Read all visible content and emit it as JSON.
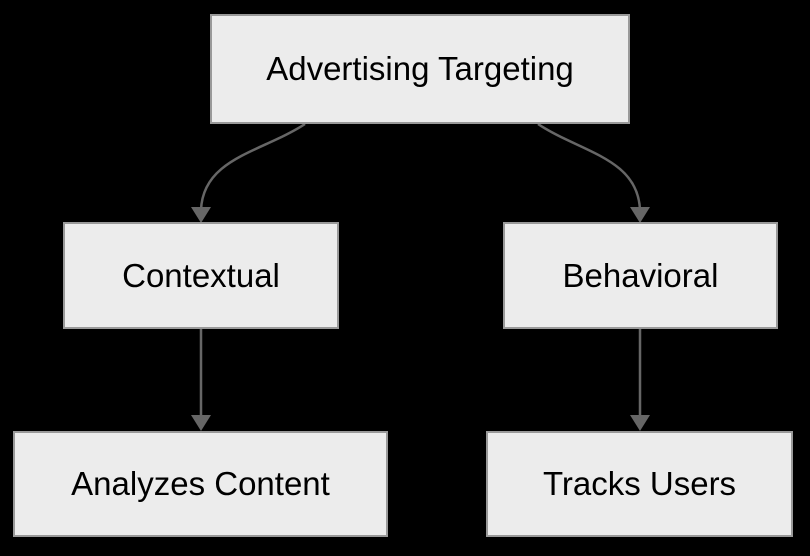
{
  "diagram": {
    "type": "flowchart",
    "background_color": "#000000",
    "node_fill_color": "#ececec",
    "node_border_color": "#999999",
    "edge_color": "#666666",
    "text_color": "#000000",
    "nodes": [
      {
        "id": "advertising-targeting",
        "label": "Advertising Targeting",
        "level": 0
      },
      {
        "id": "contextual",
        "label": "Contextual",
        "level": 1
      },
      {
        "id": "behavioral",
        "label": "Behavioral",
        "level": 1
      },
      {
        "id": "analyzes-content",
        "label": "Analyzes Content",
        "level": 2
      },
      {
        "id": "tracks-users",
        "label": "Tracks Users",
        "level": 2
      }
    ],
    "edges": [
      {
        "from": "Advertising Targeting",
        "to": "Contextual"
      },
      {
        "from": "Advertising Targeting",
        "to": "Behavioral"
      },
      {
        "from": "Contextual",
        "to": "Analyzes Content"
      },
      {
        "from": "Behavioral",
        "to": "Tracks Users"
      }
    ]
  }
}
